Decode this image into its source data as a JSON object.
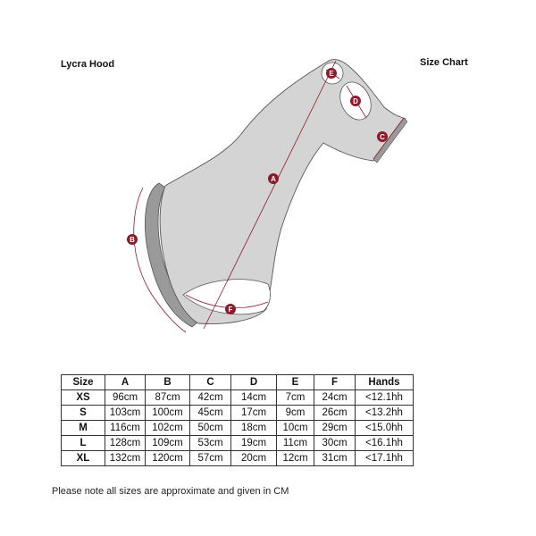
{
  "header": {
    "left_title": "Lycra Hood",
    "right_title": "Size Chart"
  },
  "diagram": {
    "labels": [
      "A",
      "B",
      "C",
      "D",
      "E",
      "F"
    ],
    "accent_color": "#8b1a2b"
  },
  "table": {
    "headers": [
      "Size",
      "A",
      "B",
      "C",
      "D",
      "E",
      "F",
      "Hands"
    ],
    "rows": [
      [
        "XS",
        "96cm",
        "87cm",
        "42cm",
        "14cm",
        "7cm",
        "24cm",
        "<12.1hh"
      ],
      [
        "S",
        "103cm",
        "100cm",
        "45cm",
        "17cm",
        "9cm",
        "26cm",
        "<13.2hh"
      ],
      [
        "M",
        "116cm",
        "102cm",
        "50cm",
        "18cm",
        "10cm",
        "29cm",
        "<15.0hh"
      ],
      [
        "L",
        "128cm",
        "109cm",
        "53cm",
        "19cm",
        "11cm",
        "30cm",
        "<16.1hh"
      ],
      [
        "XL",
        "132cm",
        "120cm",
        "57cm",
        "20cm",
        "12cm",
        "31cm",
        "<17.1hh"
      ]
    ]
  },
  "footer": {
    "note": "Please note all sizes are approximate and given in CM"
  }
}
